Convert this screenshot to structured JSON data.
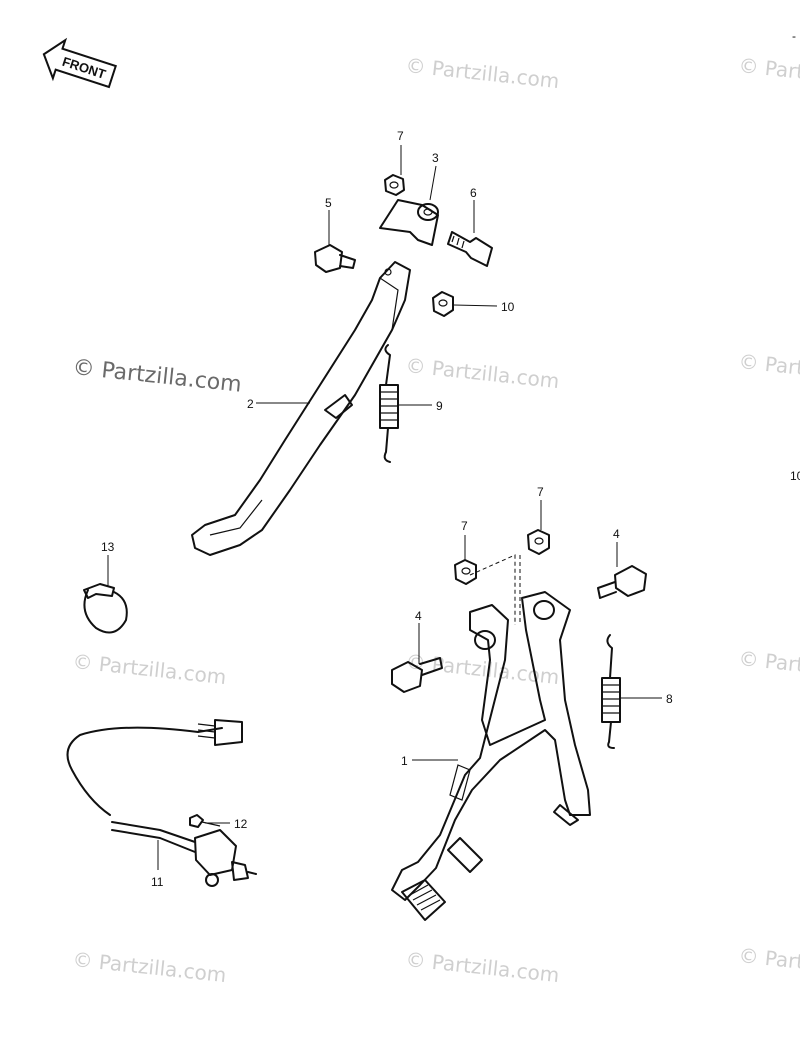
{
  "front_arrow_label": "FRONT",
  "watermark_text": "© Partzilla.com",
  "main_watermark_text": "© Partzilla.com",
  "edge_mark_right": "10",
  "edge_mark_top": "-",
  "callouts": {
    "c1": "1",
    "c2": "2",
    "c3": "3",
    "c4a": "4",
    "c4b": "4",
    "c5": "5",
    "c6": "6",
    "c7a": "7",
    "c7b": "7",
    "c7c": "7",
    "c8": "8",
    "c9": "9",
    "c10": "10",
    "c11": "11",
    "c12": "12",
    "c13": "13"
  }
}
